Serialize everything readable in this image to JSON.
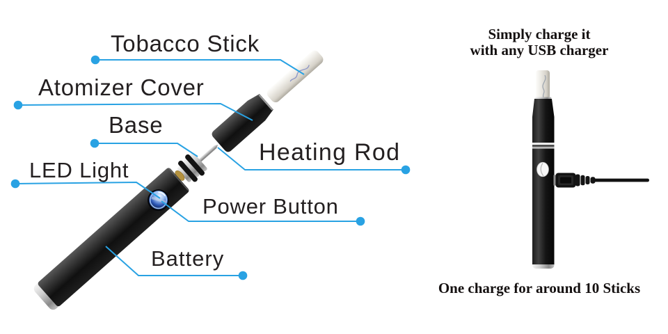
{
  "colors": {
    "accent": "#29a2e3",
    "label_text": "#231f20",
    "serif_text": "#141010",
    "background": "#ffffff"
  },
  "left_diagram": {
    "labels": [
      {
        "id": "tobacco-stick",
        "text": "Tobacco Stick"
      },
      {
        "id": "atomizer-cover",
        "text": "Atomizer Cover"
      },
      {
        "id": "base",
        "text": "Base"
      },
      {
        "id": "led-light",
        "text": "LED Light"
      },
      {
        "id": "heating-rod",
        "text": "Heating Rod"
      },
      {
        "id": "power-button",
        "text": "Power Button"
      },
      {
        "id": "battery",
        "text": "Battery"
      }
    ]
  },
  "right_panel": {
    "heading_line1": "Simply charge it",
    "heading_line2": "with any USB charger",
    "caption": "One charge for around 10 Sticks"
  }
}
